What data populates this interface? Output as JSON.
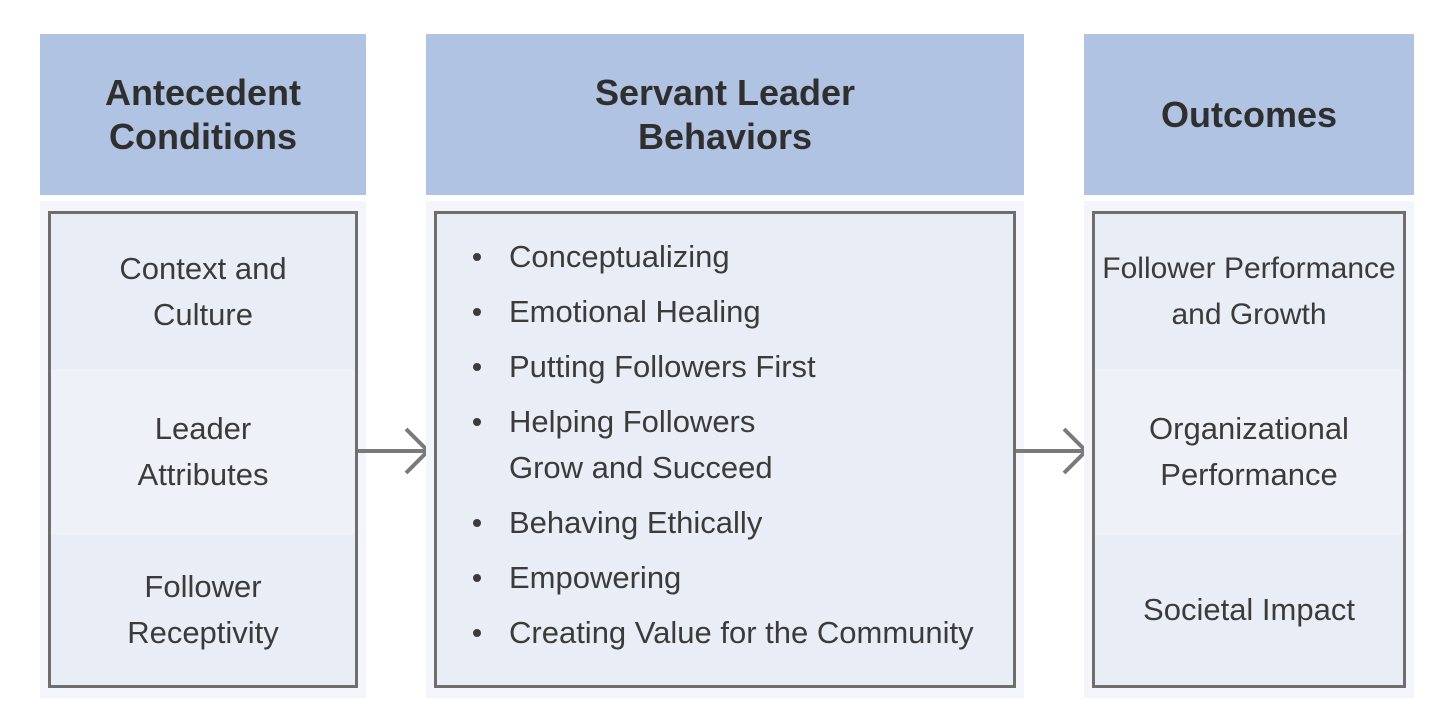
{
  "columns": {
    "antecedent": {
      "header": "Antecedent\nConditions",
      "items": [
        "Context and\nCulture",
        "Leader\nAttributes",
        "Follower\nReceptivity"
      ]
    },
    "behaviors": {
      "header": "Servant Leader\nBehaviors",
      "items": [
        "Conceptualizing",
        "Emotional Healing",
        "Putting Followers First",
        "Helping Followers\nGrow and Succeed",
        "Behaving Ethically",
        "Empowering",
        "Creating Value for the Community"
      ]
    },
    "outcomes": {
      "header": "Outcomes",
      "items": [
        "Follower Performance\nand Growth",
        "Organizational\nPerformance",
        "Societal Impact"
      ]
    }
  },
  "colors": {
    "header_fill": "#b1c3e3",
    "box_border": "#6e6e6e",
    "arrow": "#7a7a7a"
  }
}
